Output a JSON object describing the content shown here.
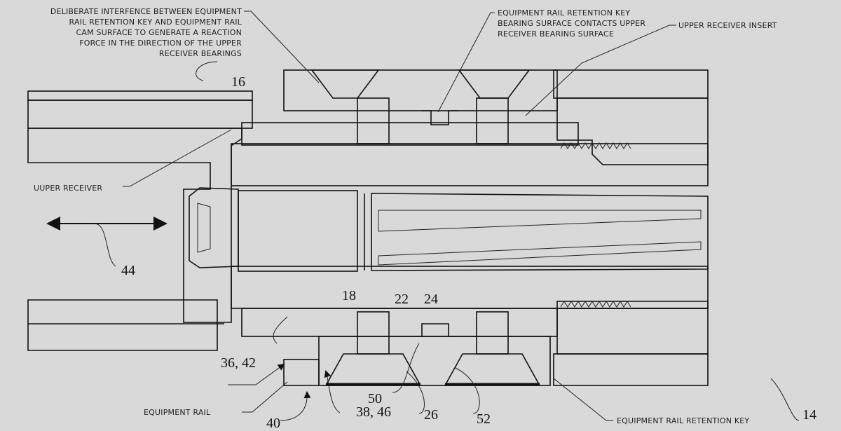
{
  "figure": {
    "type": "patent cross-section drawing",
    "subject": "upper receiver with equipment rail retention key",
    "colors": {
      "background": "#d9d9d9",
      "section_fill": "#ffffff",
      "hatch": "#333333",
      "dark_fill": "#8a8a8a",
      "line": "#111111"
    }
  },
  "notes": {
    "interference": [
      "DELIBERATE INTERFENCE BETWEEN EQUIPMENT",
      "RAIL RETENTION KEY AND EQUIPMENT RAIL",
      "CAM SURFACE TO GENERATE A REACTION",
      "FORCE IN THE DIRECTION OF THE UPPER",
      "RECEIVER BEARINGS"
    ],
    "bearing_surface": [
      "EQUIPMENT RAIL RETENTION KEY",
      "BEARING SURFACE CONTACTS UPPER",
      "RECEIVER BEARING SURFACE"
    ],
    "upper_receiver_insert": "UPPER RECEIVER INSERT",
    "upper_receiver": "UUPER RECEIVER",
    "equipment_rail": "EQUIPMENT RAIL",
    "equipment_rail_retention_key": "EQUIPMENT RAIL RETENTION KEY"
  },
  "reference_numerals": {
    "r16": "16",
    "r44": "44",
    "r18": "18",
    "r22": "22",
    "r24": "24",
    "r36_42": "36, 42",
    "r38_46": "38, 46",
    "r40": "40",
    "r50": "50",
    "r26": "26",
    "r52": "52",
    "r14": "14"
  },
  "motion_indicator": {
    "label": "bidirectional-arrow",
    "direction": "horizontal"
  }
}
